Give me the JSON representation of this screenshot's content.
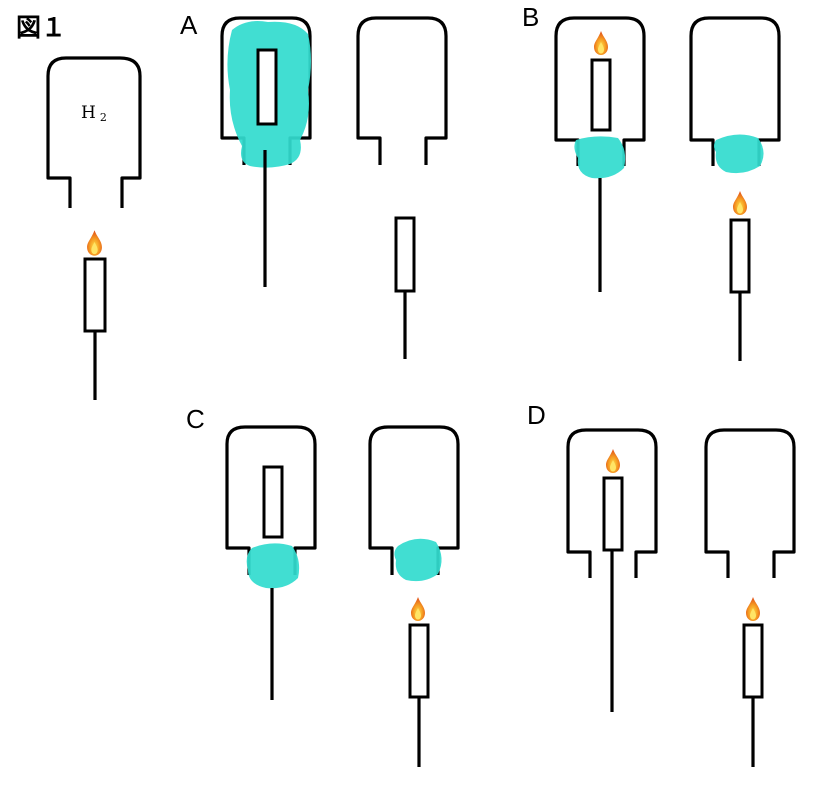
{
  "figure_label": "図１",
  "gas_label": "H",
  "gas_subscript": "2",
  "options": [
    {
      "label": "A"
    },
    {
      "label": "B"
    },
    {
      "label": "C"
    },
    {
      "label": "D"
    }
  ],
  "colors": {
    "water_fog": "#33dccf",
    "flame_outer": "#f07a1a",
    "flame_inner": "#ffd23c",
    "outline": "#000000"
  }
}
